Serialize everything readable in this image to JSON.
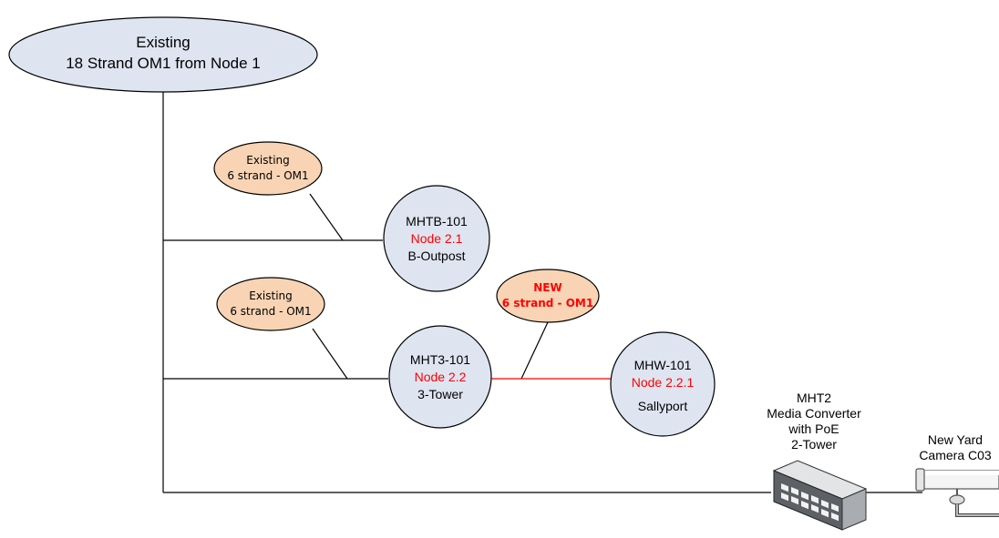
{
  "colors": {
    "node_fill": "#dee5f1",
    "cable_fill": "#f8d4b4",
    "line": "#000000",
    "new_line": "#ff0000",
    "red_text": "#ff0000"
  },
  "source": {
    "line1": "Existing",
    "line2": "18 Strand OM1 from Node 1"
  },
  "cables": {
    "existing_1": {
      "line1": "Existing",
      "line2": "6 strand - OM1"
    },
    "existing_2": {
      "line1": "Existing",
      "line2": "6 strand - OM1"
    },
    "new": {
      "line1": "NEW",
      "line2": "6 strand - OM1"
    }
  },
  "nodes": {
    "mhtb": {
      "id": "MHTB-101",
      "node": "Node 2.1",
      "location": "B-Outpost"
    },
    "mht3": {
      "id": "MHT3-101",
      "node": "Node 2.2",
      "location": "3-Tower"
    },
    "mhw": {
      "id": "MHW-101",
      "node": "Node 2.2.1",
      "location": "Sallyport"
    }
  },
  "devices": {
    "media_converter": {
      "lines": [
        "MHT2",
        "Media Converter",
        "with PoE",
        "2-Tower"
      ],
      "icon": "network-switch-icon"
    },
    "camera": {
      "lines": [
        "New Yard",
        "Camera C03"
      ],
      "icon": "security-camera-icon"
    }
  }
}
